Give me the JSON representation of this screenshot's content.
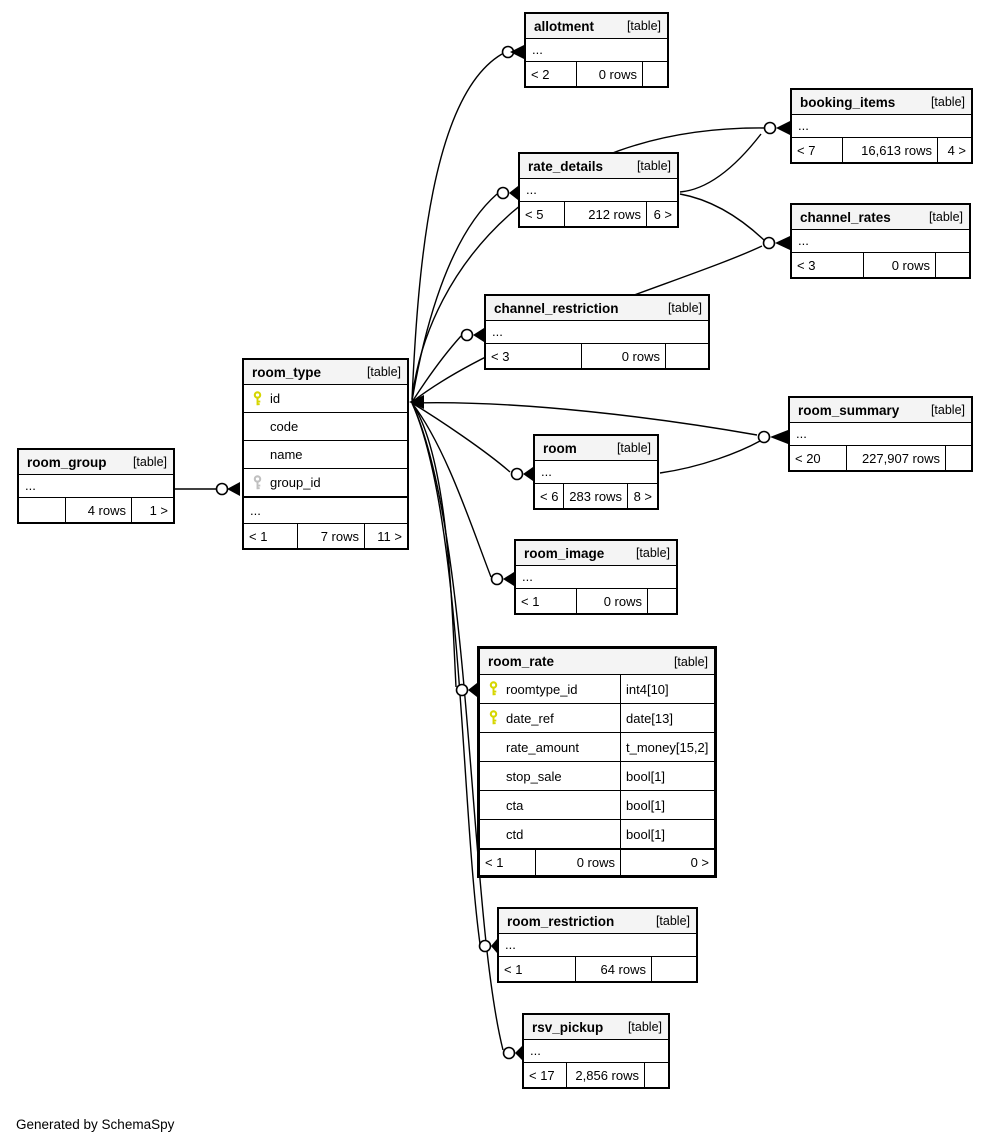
{
  "colors": {
    "primary_key": "#d6d600",
    "foreign_key": "#c0c0c0",
    "header_bg": "#f4f4f4",
    "line": "#000000",
    "canvas": "#ffffff"
  },
  "footer_note": "Generated by SchemaSpy",
  "tables": {
    "allotment": {
      "name": "allotment",
      "tag": "[table]",
      "ellipsis": "...",
      "footer": {
        "left": "< 2",
        "center": "0 rows",
        "right": ""
      }
    },
    "booking_items": {
      "name": "booking_items",
      "tag": "[table]",
      "ellipsis": "...",
      "footer": {
        "left": "< 7",
        "center": "16,613 rows",
        "right": "4 >"
      }
    },
    "rate_details": {
      "name": "rate_details",
      "tag": "[table]",
      "ellipsis": "...",
      "footer": {
        "left": "< 5",
        "center": "212 rows",
        "right": "6 >"
      }
    },
    "channel_rates": {
      "name": "channel_rates",
      "tag": "[table]",
      "ellipsis": "...",
      "footer": {
        "left": "< 3",
        "center": "0 rows",
        "right": ""
      }
    },
    "channel_restriction": {
      "name": "channel_restriction",
      "tag": "[table]",
      "ellipsis": "...",
      "footer": {
        "left": "< 3",
        "center": "0 rows",
        "right": ""
      }
    },
    "room_type": {
      "name": "room_type",
      "tag": "[table]",
      "ellipsis": "...",
      "fields": [
        {
          "name": "id",
          "key": "primary"
        },
        {
          "name": "code",
          "key": ""
        },
        {
          "name": "name",
          "key": ""
        },
        {
          "name": "group_id",
          "key": "foreign"
        }
      ],
      "footer": {
        "left": "< 1",
        "center": "7 rows",
        "right": "11 >"
      }
    },
    "room_group": {
      "name": "room_group",
      "tag": "[table]",
      "ellipsis": "...",
      "footer": {
        "left": "",
        "center": "4 rows",
        "right": "1 >"
      }
    },
    "room": {
      "name": "room",
      "tag": "[table]",
      "ellipsis": "...",
      "footer": {
        "left": "< 6",
        "center": "283 rows",
        "right": "8 >"
      }
    },
    "room_summary": {
      "name": "room_summary",
      "tag": "[table]",
      "ellipsis": "...",
      "footer": {
        "left": "< 20",
        "center": "227,907 rows",
        "right": ""
      }
    },
    "room_image": {
      "name": "room_image",
      "tag": "[table]",
      "ellipsis": "...",
      "footer": {
        "left": "< 1",
        "center": "0 rows",
        "right": ""
      }
    },
    "room_rate": {
      "name": "room_rate",
      "tag": "[table]",
      "fields": [
        {
          "name": "roomtype_id",
          "type": "int4[10]",
          "key": "primary"
        },
        {
          "name": "date_ref",
          "type": "date[13]",
          "key": "primary"
        },
        {
          "name": "rate_amount",
          "type": "t_money[15,2]",
          "key": ""
        },
        {
          "name": "stop_sale",
          "type": "bool[1]",
          "key": ""
        },
        {
          "name": "cta",
          "type": "bool[1]",
          "key": ""
        },
        {
          "name": "ctd",
          "type": "bool[1]",
          "key": ""
        }
      ],
      "footer": {
        "left": "< 1",
        "center": "0 rows",
        "right": "0 >"
      }
    },
    "room_restriction": {
      "name": "room_restriction",
      "tag": "[table]",
      "ellipsis": "...",
      "footer": {
        "left": "< 1",
        "center": "64 rows",
        "right": ""
      }
    },
    "rsv_pickup": {
      "name": "rsv_pickup",
      "tag": "[table]",
      "ellipsis": "...",
      "footer": {
        "left": "< 17",
        "center": "2,856 rows",
        "right": ""
      }
    }
  }
}
